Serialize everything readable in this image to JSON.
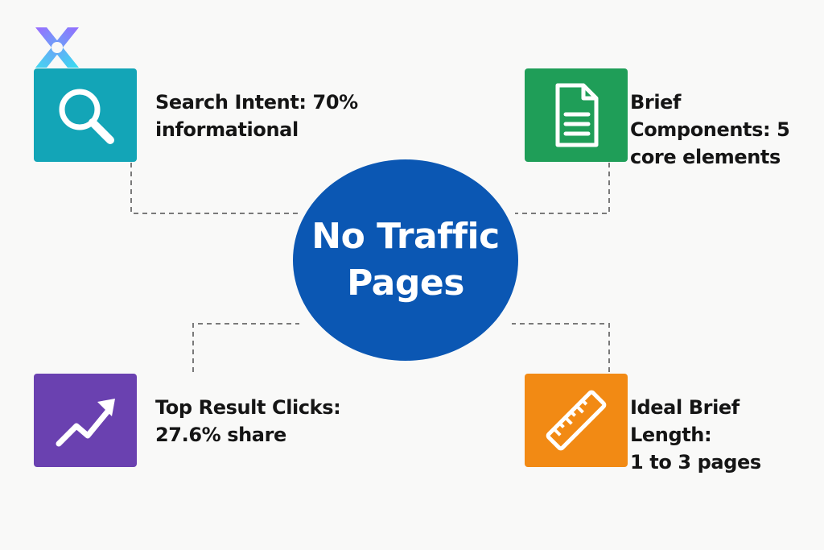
{
  "colors": {
    "hub": "#0b57b3",
    "search": "#13a5b7",
    "brief": "#1f9e58",
    "clicks": "#6a41b0",
    "length": "#f28a14",
    "connector": "#7a7a7a"
  },
  "hub": {
    "line1": "No Traffic",
    "line2": "Pages"
  },
  "nodes": {
    "search": {
      "icon": "magnifier-icon",
      "line1": "Search Intent: 70%",
      "line2": "informational"
    },
    "brief": {
      "icon": "document-icon",
      "line1": "Brief Components: 5",
      "line2": "core elements"
    },
    "clicks": {
      "icon": "trend-up-icon",
      "line1": "Top Result Clicks:",
      "line2": "27.6% share"
    },
    "length": {
      "icon": "ruler-icon",
      "line1": "Ideal Brief Length:",
      "line2": "1 to 3 pages"
    }
  }
}
